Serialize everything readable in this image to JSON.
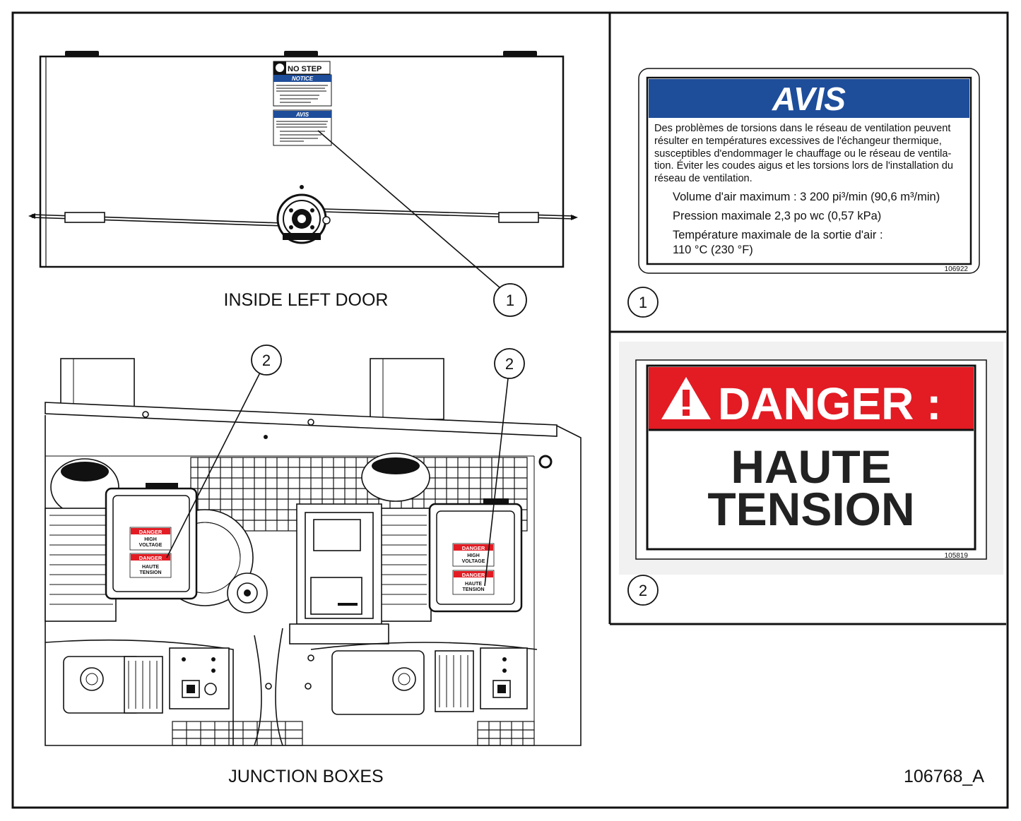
{
  "drawing_number": "106768_A",
  "views": {
    "inside_left_door": {
      "caption": "INSIDE LEFT DOOR",
      "callout": "1",
      "mini_labels": {
        "no_step": "NO STEP",
        "notice": "NOTICE",
        "avis": "AVIS"
      }
    },
    "junction_boxes": {
      "caption": "JUNCTION BOXES",
      "callout_left": "2",
      "callout_right": "2",
      "mini_labels": {
        "danger": "DANGER",
        "high": "HIGH",
        "voltage": "VOLTAGE",
        "haute": "HAUTE",
        "tension": "TENSION"
      }
    }
  },
  "label_avis": {
    "callout": "1",
    "title": "AVIS",
    "body_lines": [
      "Des problèmes de torsions dans le réseau de ventilation peuvent",
      "résulter en températures excessives de l'échangeur thermique,",
      "susceptibles d'endommager le chauffage ou le réseau de ventila-",
      "tion. Éviter les coudes aigus et les torsions lors de l'installation du",
      "réseau de ventilation."
    ],
    "spec_lines": [
      "Volume d'air maximum : 3 200 pi³/min (90,6 m³/min)",
      "Pression maximale 2,3 po wc (0,57 kPa)",
      "Température maximale de la sortie d'air :",
      "110 °C (230 °F)"
    ],
    "part_number": "106922",
    "title_color": "#1e4d9a"
  },
  "label_danger": {
    "callout": "2",
    "header": "DANGER :",
    "line1": "HAUTE",
    "line2": "TENSION",
    "part_number": "105819",
    "header_color": "#e31b23"
  }
}
